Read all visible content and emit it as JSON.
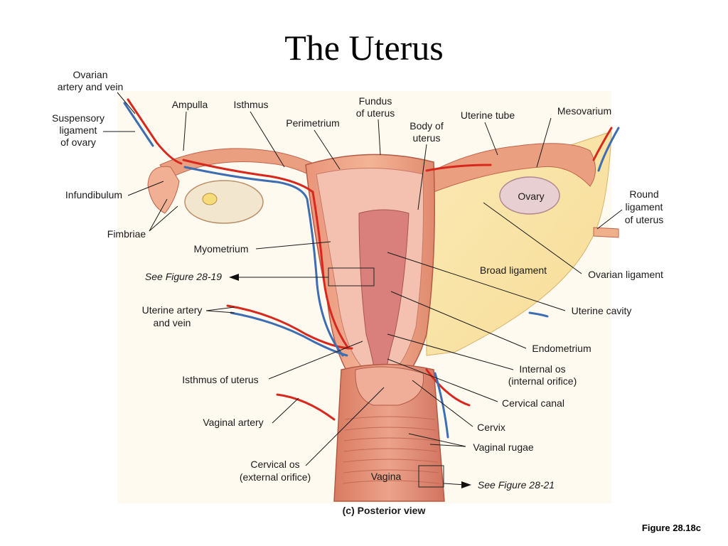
{
  "title": "The Uterus",
  "figure_ref": "Figure 28.18c",
  "caption": "(c) Posterior view",
  "labels": {
    "ovarian_artery_vein_1": "Ovarian",
    "ovarian_artery_vein_2": "artery and vein",
    "suspensory_1": "Suspensory",
    "suspensory_2": "ligament",
    "suspensory_3": "of ovary",
    "ampulla": "Ampulla",
    "isthmus": "Isthmus",
    "perimetrium": "Perimetrium",
    "fundus_1": "Fundus",
    "fundus_2": "of uterus",
    "body_1": "Body of",
    "body_2": "uterus",
    "uterine_tube": "Uterine tube",
    "mesovarium": "Mesovarium",
    "infundibulum": "Infundibulum",
    "ovary": "Ovary",
    "round_lig_1": "Round",
    "round_lig_2": "ligament",
    "round_lig_3": "of uterus",
    "fimbriae": "Fimbriae",
    "myometrium": "Myometrium",
    "see_fig_19": "See Figure 28-19",
    "broad_ligament": "Broad ligament",
    "ovarian_ligament": "Ovarian ligament",
    "uterine_av_1": "Uterine artery",
    "uterine_av_2": "and vein",
    "uterine_cavity": "Uterine cavity",
    "endometrium": "Endometrium",
    "internal_os_1": "Internal os",
    "internal_os_2": "(internal orifice)",
    "isthmus_uterus": "Isthmus of uterus",
    "cervical_canal": "Cervical canal",
    "vaginal_artery": "Vaginal artery",
    "cervix": "Cervix",
    "vaginal_rugae": "Vaginal rugae",
    "cervical_os_1": "Cervical os",
    "cervical_os_2": "(external orifice)",
    "vagina": "Vagina",
    "see_fig_21": "See Figure 28-21"
  },
  "colors": {
    "background": "#ffffff",
    "diagram_panel": "#fff8ea",
    "uterus_outer": "#e8a080",
    "uterus_inner": "#f2b8a8",
    "cavity": "#d77a78",
    "broad_ligament": "#f9e4a8",
    "artery": "#d92a22",
    "vein": "#3f6fb0",
    "ovary": "#f0dcc4",
    "vagina": "#e29074"
  }
}
